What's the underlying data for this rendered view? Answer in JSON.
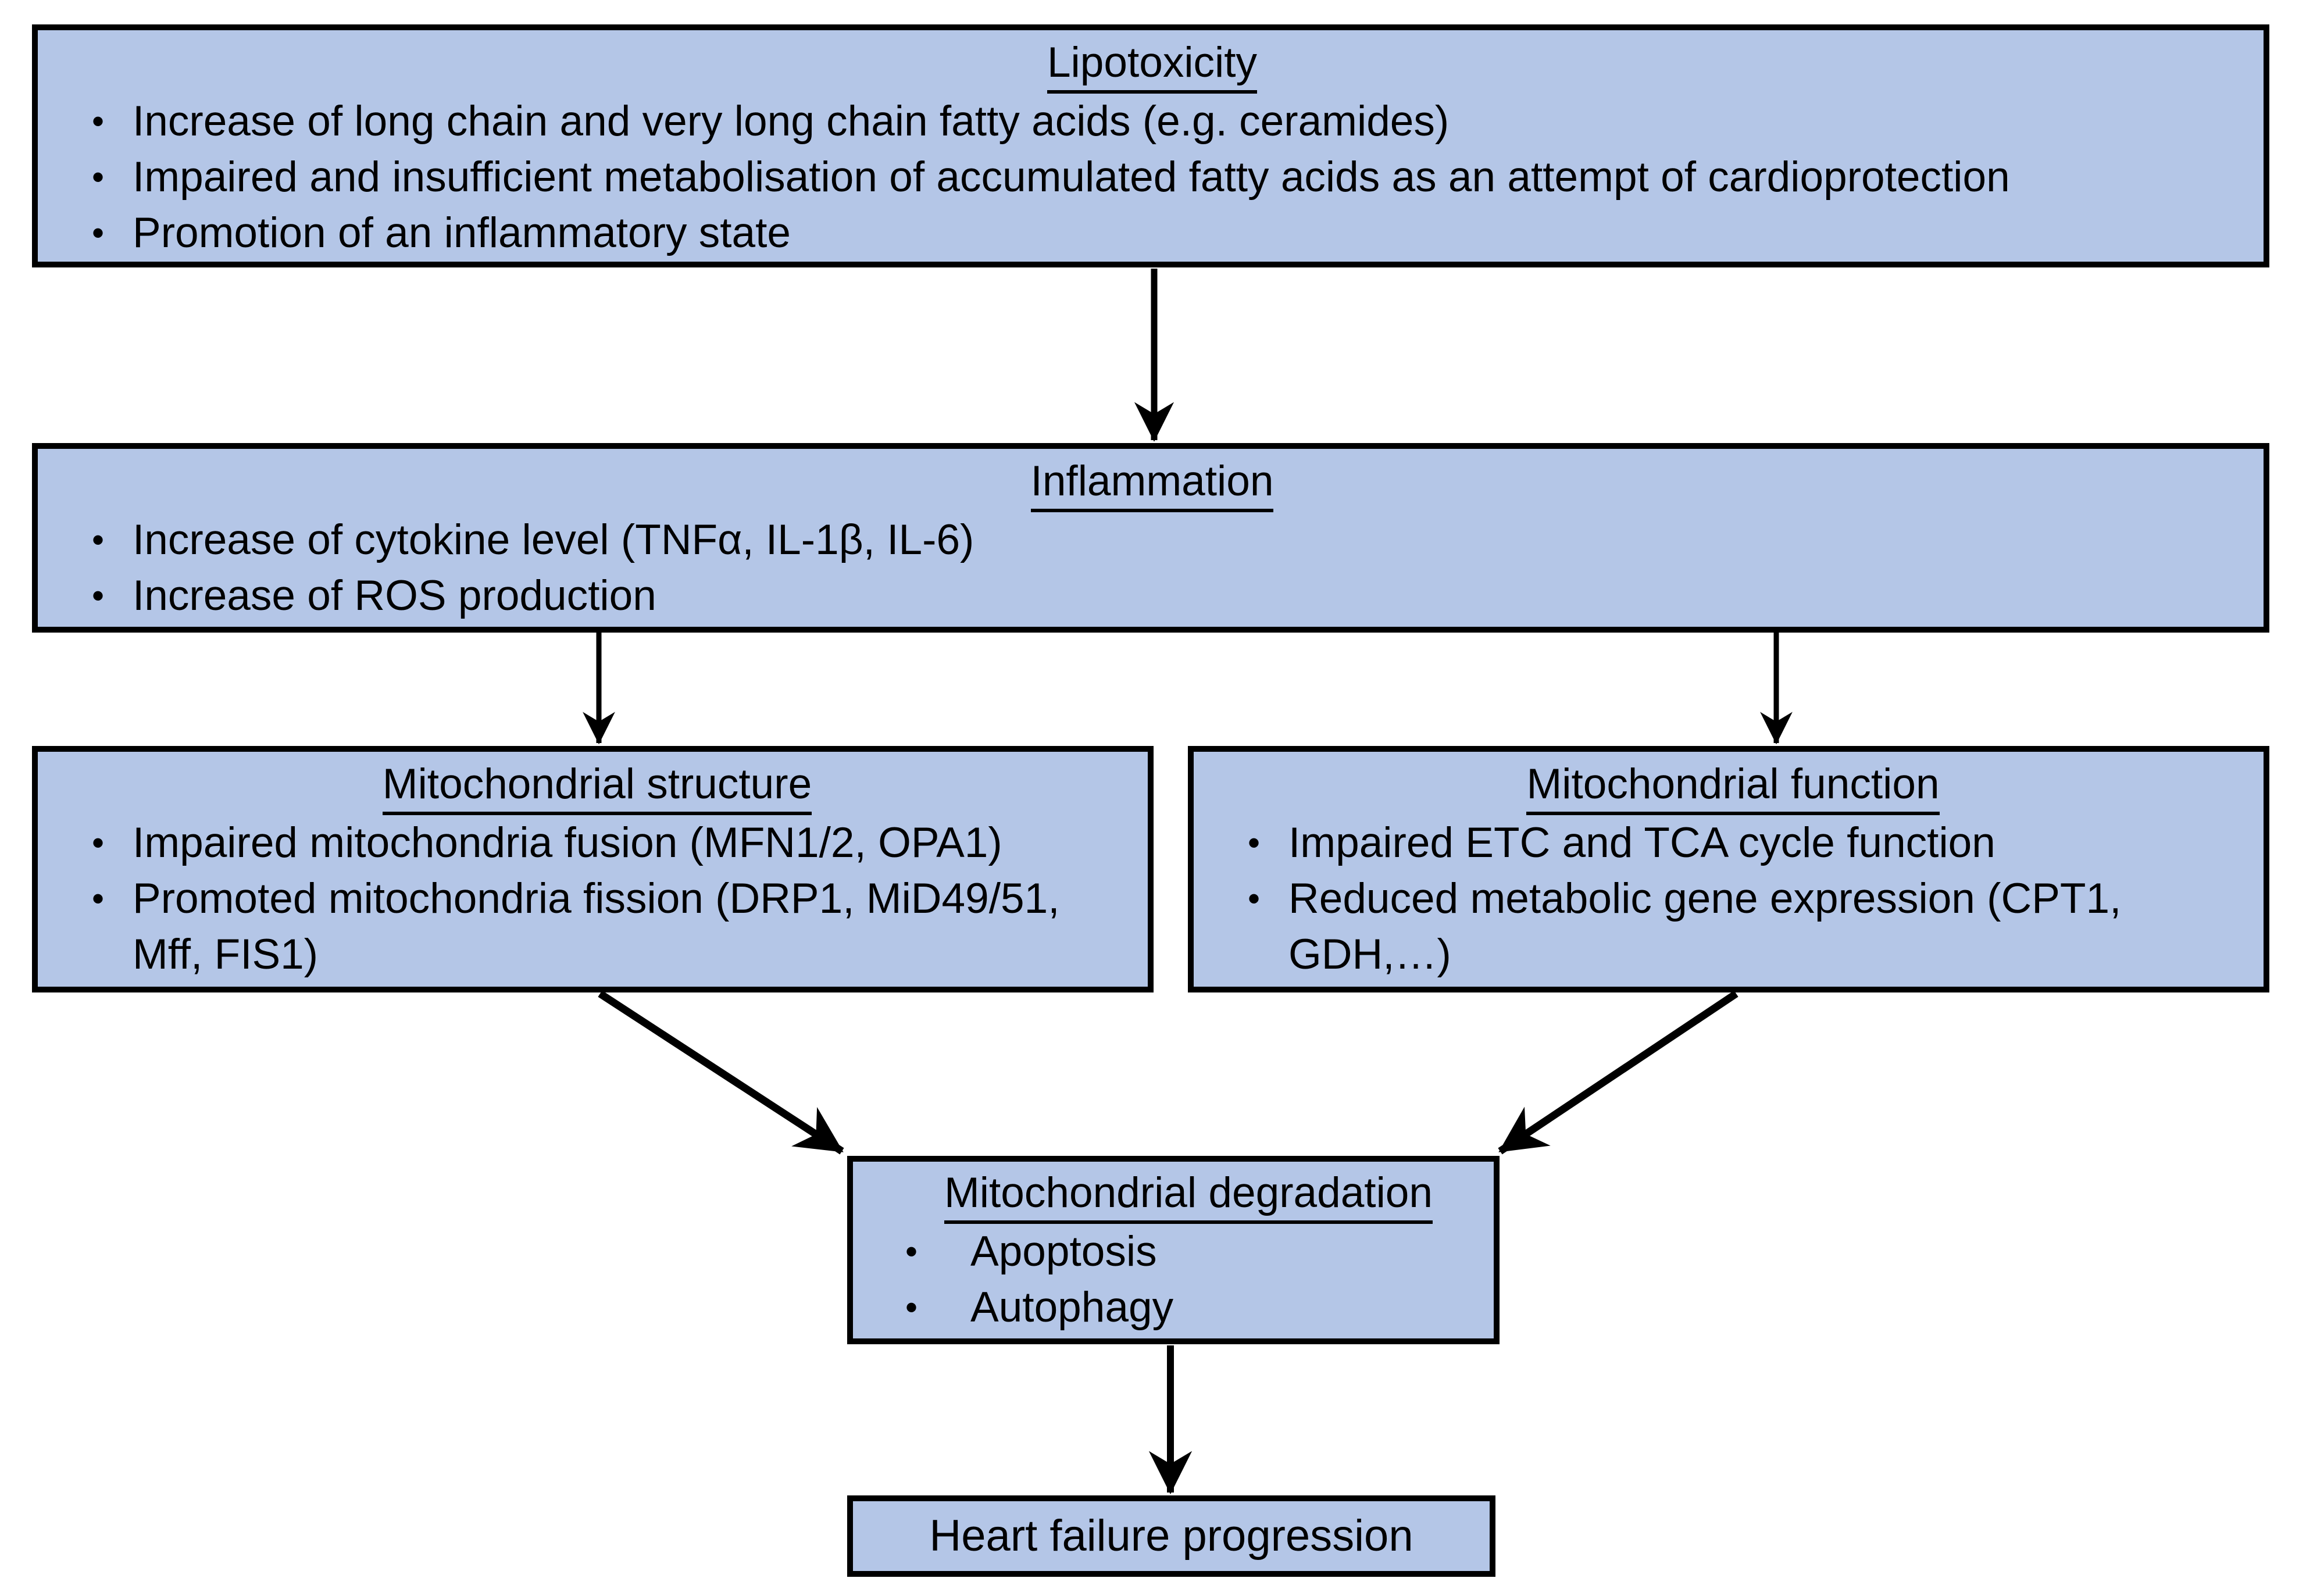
{
  "diagram": {
    "bullet_char": "•",
    "colors": {
      "box_fill": "#b4c6e7",
      "box_border": "#000000",
      "arrow": "#000000",
      "background": "#ffffff"
    },
    "boxes": [
      {
        "title": "Lipotoxicity",
        "bullets": [
          "Increase of long chain and very long chain fatty acids (e.g. ceramides)",
          "Impaired and insufficient metabolisation of accumulated fatty acids as an attempt of cardioprotection",
          "Promotion of an inflammatory state"
        ]
      },
      {
        "title": "Inflammation",
        "bullets": [
          "Increase of cytokine level (TNFα, IL-1β, IL-6)",
          "Increase of ROS production"
        ]
      },
      {
        "title": "Mitochondrial structure",
        "bullets": [
          "Impaired mitochondria fusion (MFN1/2, OPA1)",
          "Promoted mitochondria fission (DRP1, MiD49/51,\nMff, FIS1)"
        ]
      },
      {
        "title": "Mitochondrial function",
        "bullets": [
          "Impaired ETC and TCA cycle function",
          "Reduced metabolic gene expression (CPT1,\nGDH,…)"
        ]
      },
      {
        "title": "Mitochondrial degradation",
        "bullets": [
          "Apoptosis",
          "Autophagy"
        ]
      },
      {
        "title": "Heart failure progression",
        "bullets": []
      }
    ]
  }
}
